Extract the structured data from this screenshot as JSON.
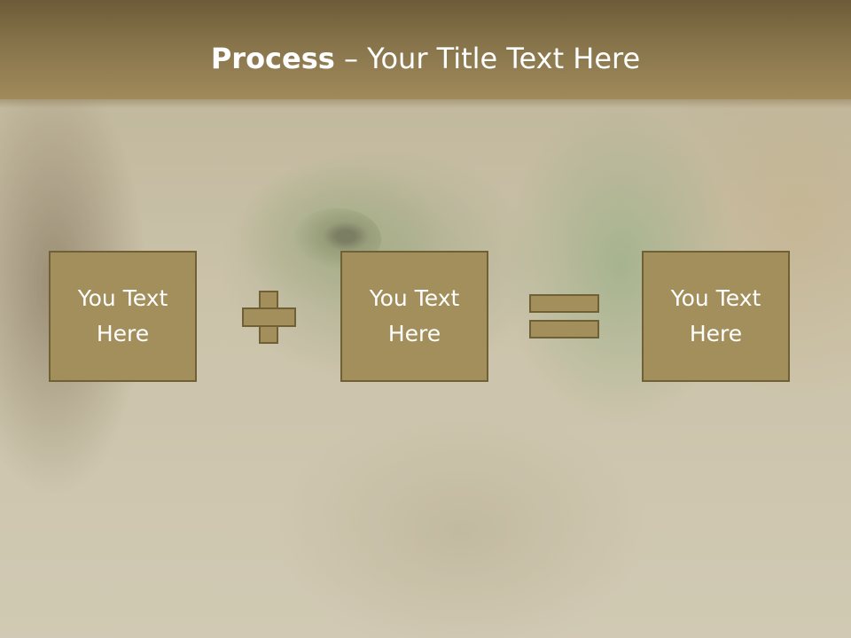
{
  "slide": {
    "title_bold": "Process",
    "title_rest": " – Your Title Text Here"
  },
  "process": {
    "boxes": [
      {
        "line1": "You Text",
        "line2": "Here"
      },
      {
        "line1": "You Text",
        "line2": "Here"
      },
      {
        "line1": "You Text",
        "line2": "Here"
      }
    ],
    "operators": [
      "plus",
      "equals"
    ]
  },
  "colors": {
    "title_bar": "#87744b",
    "box_fill": "#a38f5c",
    "box_border": "#6f6036",
    "text": "#ffffff"
  }
}
